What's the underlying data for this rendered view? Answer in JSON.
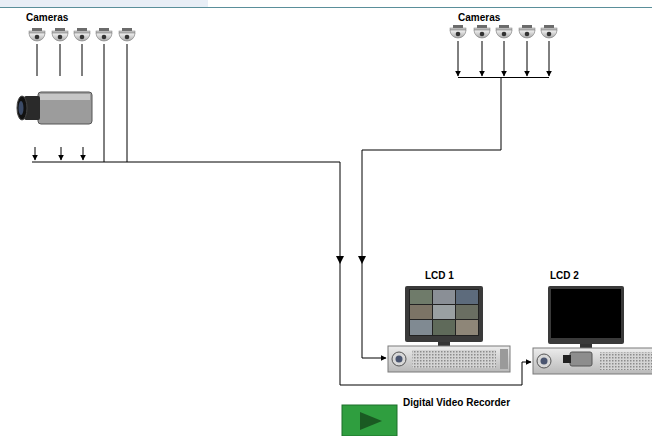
{
  "diagram": {
    "nodes": [
      {
        "text": [
          "Cameras"
        ]
      },
      {
        "text": [
          "Cameras"
        ]
      },
      {
        "text": [
          "LCD 1"
        ]
      },
      {
        "text": [
          "LCD 2"
        ]
      }
    ],
    "edges": [
      {
        "from": 0,
        "to": 3,
        "arrow": "to"
      },
      {
        "from": 1,
        "to": 2,
        "arrow": "to"
      }
    ],
    "labels": [
      "Digital Video Recorder"
    ]
  }
}
